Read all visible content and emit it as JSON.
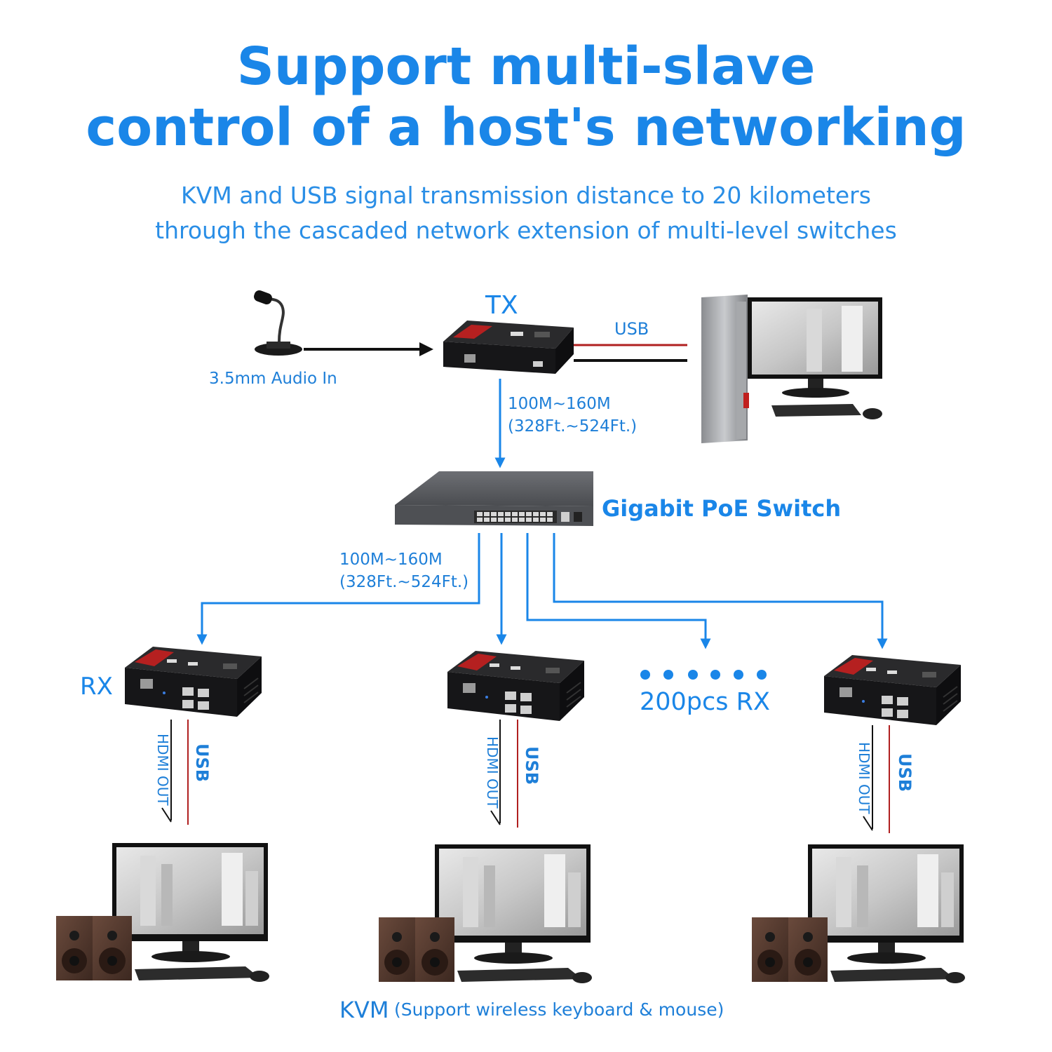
{
  "title": {
    "line1": "Support multi-slave",
    "line2": "control of a host's networking"
  },
  "subtitle": {
    "line1": "KVM and USB signal transmission distance to 20 kilometers",
    "line2": "through the cascaded network extension of multi-level switches"
  },
  "tx": {
    "label": "TX",
    "audio_label": "3.5mm Audio In",
    "usb_label": "USB",
    "link_distance_line1": "100M~160M",
    "link_distance_line2": "(328Ft.~524Ft.)"
  },
  "switch": {
    "label": "Gigabit  PoE  Switch",
    "link_distance_line1": "100M~160M",
    "link_distance_line2": "(328Ft.~524Ft.)"
  },
  "rx": {
    "label": "RX",
    "count_label": "200pcs RX",
    "hdmi_label": "HDMI OUT",
    "usb_label": "USB"
  },
  "footer": {
    "kvm": "KVM",
    "note": "(Support wireless keyboard & mouse)"
  },
  "colors": {
    "accent": "#1a86e8",
    "usb_cable": "#b02020",
    "device_red": "#c0201e"
  }
}
